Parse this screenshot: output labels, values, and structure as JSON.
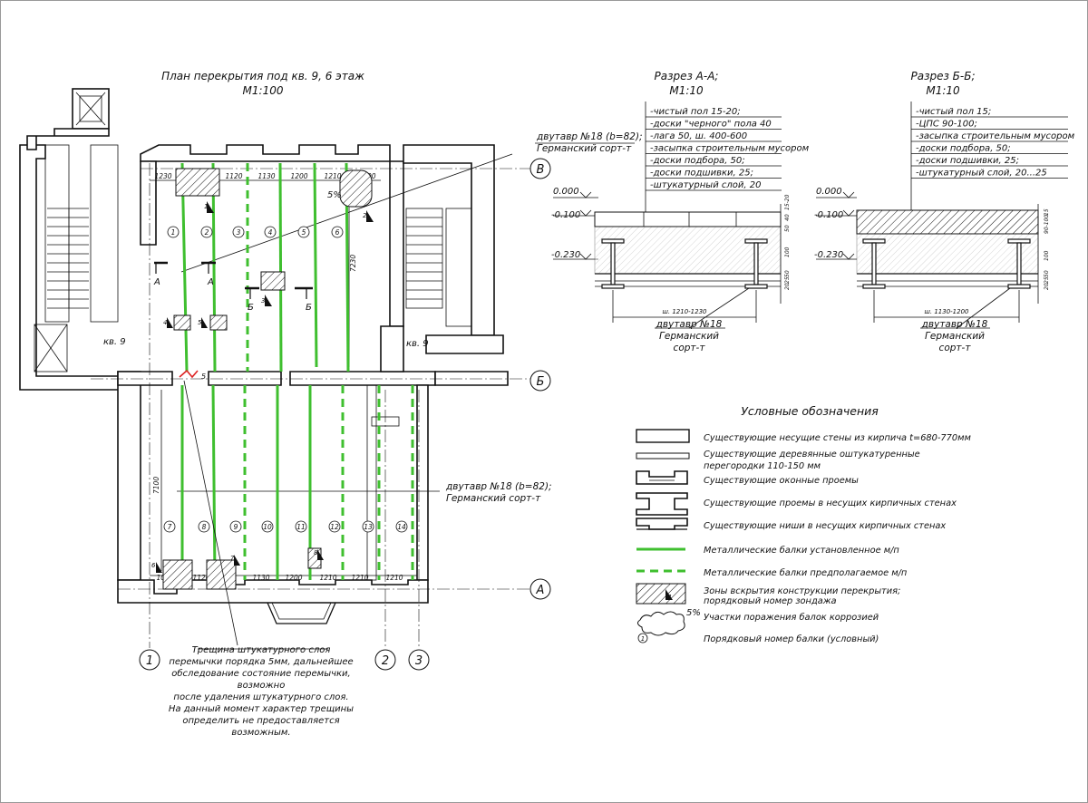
{
  "plan": {
    "title": "План перекрытия под кв. 9, 6 этаж",
    "scale": "М1:100",
    "beam_note_top_1": "двутавр №18 (b=82);",
    "beam_note_top_2": "Германский сорт-т",
    "beam_note_mid_1": "двутавр №18 (b=82);",
    "beam_note_mid_2": "Германский сорт-т",
    "apartment_left": "кв. 9",
    "apartment_right": "кв. 9",
    "axis_B": "В",
    "axis_Б": "Б",
    "axis_A": "А",
    "axis_1": "1",
    "axis_2": "2",
    "axis_3": "3",
    "section_A": "А",
    "section_A2": "А",
    "section_B": "Б",
    "section_B2": "Б",
    "dims_top": [
      "1230",
      "1200",
      "1120",
      "1130",
      "1200",
      "1210",
      "1200"
    ],
    "dims_bottom": [
      "1090",
      "1120",
      "1130",
      "1200",
      "1210",
      "1210",
      "1210"
    ],
    "dim_vert_top": "7230",
    "dim_vert_bottom": "7100",
    "corrosion_pct_1": "5%",
    "beams_top": [
      "1",
      "2",
      "3",
      "4",
      "5",
      "6"
    ],
    "beams_bottom": [
      "7",
      "8",
      "9",
      "10",
      "11",
      "12",
      "13",
      "14"
    ],
    "probes": [
      "1",
      "2",
      "3",
      "4",
      "5",
      "6",
      "7",
      "8"
    ],
    "crack_mark": "5",
    "crack_note": [
      "Трещина штукатурного слоя",
      "перемычки порядка 5мм, дальнейшее",
      "обследование состояние перемычки,",
      "возможно",
      "после удаления штукатурного слоя.",
      "На данный момент характер трещины",
      "определить не предоставляется",
      "возможным."
    ]
  },
  "section_aa": {
    "title": "Разрез А-А;",
    "scale": "М1:10",
    "layers": [
      "-чистый пол 15-20;",
      "-доски \"черного\" пола 40",
      "-лага 50, ш. 400-600",
      "-засыпка строительным мусором",
      "-доски подбора, 50;",
      "-доски подшивки, 25;",
      "-штукатурный слой, 20"
    ],
    "level_0": "0.000",
    "level_1": "-0.100",
    "level_2": "-0.230",
    "width": "ш. 1210-1230",
    "beam_1": "двутавр №18",
    "beam_2": "Германский",
    "beam_3": "сорт-т",
    "vdims": [
      "15-20",
      "40",
      "50",
      "100",
      "50",
      "25",
      "20"
    ]
  },
  "section_bb": {
    "title": "Разрез Б-Б;",
    "scale": "М1:10",
    "layers": [
      "-чистый пол 15;",
      "-ЦПС 90-100;",
      "-засыпка строительным мусором",
      "-доски подбора, 50;",
      "-доски подшивки, 25;",
      "-штукатурный слой, 20...25"
    ],
    "level_0": "0.000",
    "level_1": "-0.100",
    "level_2": "-0.230",
    "width": "ш. 1130-1200",
    "beam_1": "двутавр №18",
    "beam_2": "Германский",
    "beam_3": "сорт-т",
    "vdims": [
      "90-100",
      "15",
      "100",
      "50",
      "25",
      "20"
    ]
  },
  "legend": {
    "title": "Условные обозначения",
    "items": [
      "Существующие несущие стены из кирпича t=680-770мм",
      "Существующие деревянные оштукатуренные",
      "перегородки 110-150 мм",
      "Существующие оконные проемы",
      "Существующие проемы в несущих кирпичных стенах",
      "Существующие ниши в несущих кирпичных стенах",
      "Металлические балки установленное м/п",
      "Металлические балки предполагаемое м/п",
      "Зоны вскрытия конструкции перекрытия;",
      "порядковый номер зондажа",
      "Участки поражения балок коррозией",
      "Порядковый номер балки (условный)"
    ],
    "corrosion_pct": "5%",
    "beam_num": "1",
    "probe_num": "1"
  }
}
